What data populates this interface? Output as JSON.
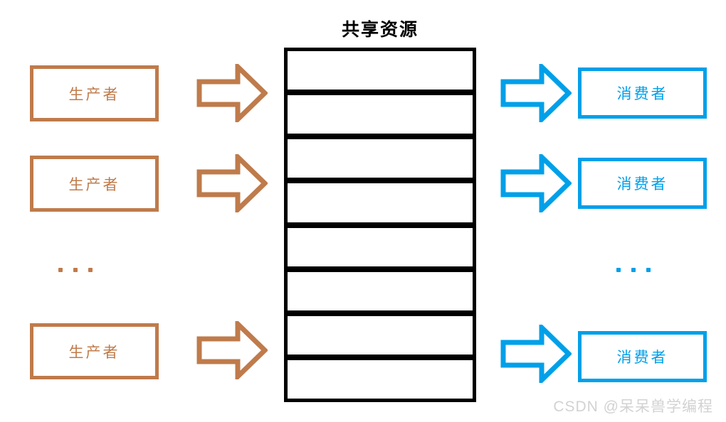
{
  "diagram": {
    "title": "共享资源",
    "colors": {
      "producer": "#BF7B4B",
      "consumer": "#00A0E9",
      "buffer": "#000000",
      "watermark": "#D2D2D2",
      "background": "#FFFFFF"
    },
    "producers": [
      {
        "label": "生产者"
      },
      {
        "label": "生产者"
      },
      {
        "label": "生产者"
      }
    ],
    "consumers": [
      {
        "label": "消费者"
      },
      {
        "label": "消费者"
      },
      {
        "label": "消费者"
      }
    ],
    "producer_arrows": [
      {
        "name": "produce-arrow-1"
      },
      {
        "name": "produce-arrow-2"
      },
      {
        "name": "produce-arrow-3"
      }
    ],
    "consumer_arrows": [
      {
        "name": "consume-arrow-1"
      },
      {
        "name": "consume-arrow-2"
      },
      {
        "name": "consume-arrow-3"
      }
    ],
    "buffer": {
      "cell_count": 8,
      "cells": [
        {
          "label": ""
        },
        {
          "label": ""
        },
        {
          "label": ""
        },
        {
          "label": ""
        },
        {
          "label": ""
        },
        {
          "label": ""
        },
        {
          "label": ""
        },
        {
          "label": ""
        }
      ]
    },
    "ellipsis": {
      "producers": "...",
      "consumers": "..."
    },
    "watermark": "CSDN @呆呆兽学编程"
  }
}
